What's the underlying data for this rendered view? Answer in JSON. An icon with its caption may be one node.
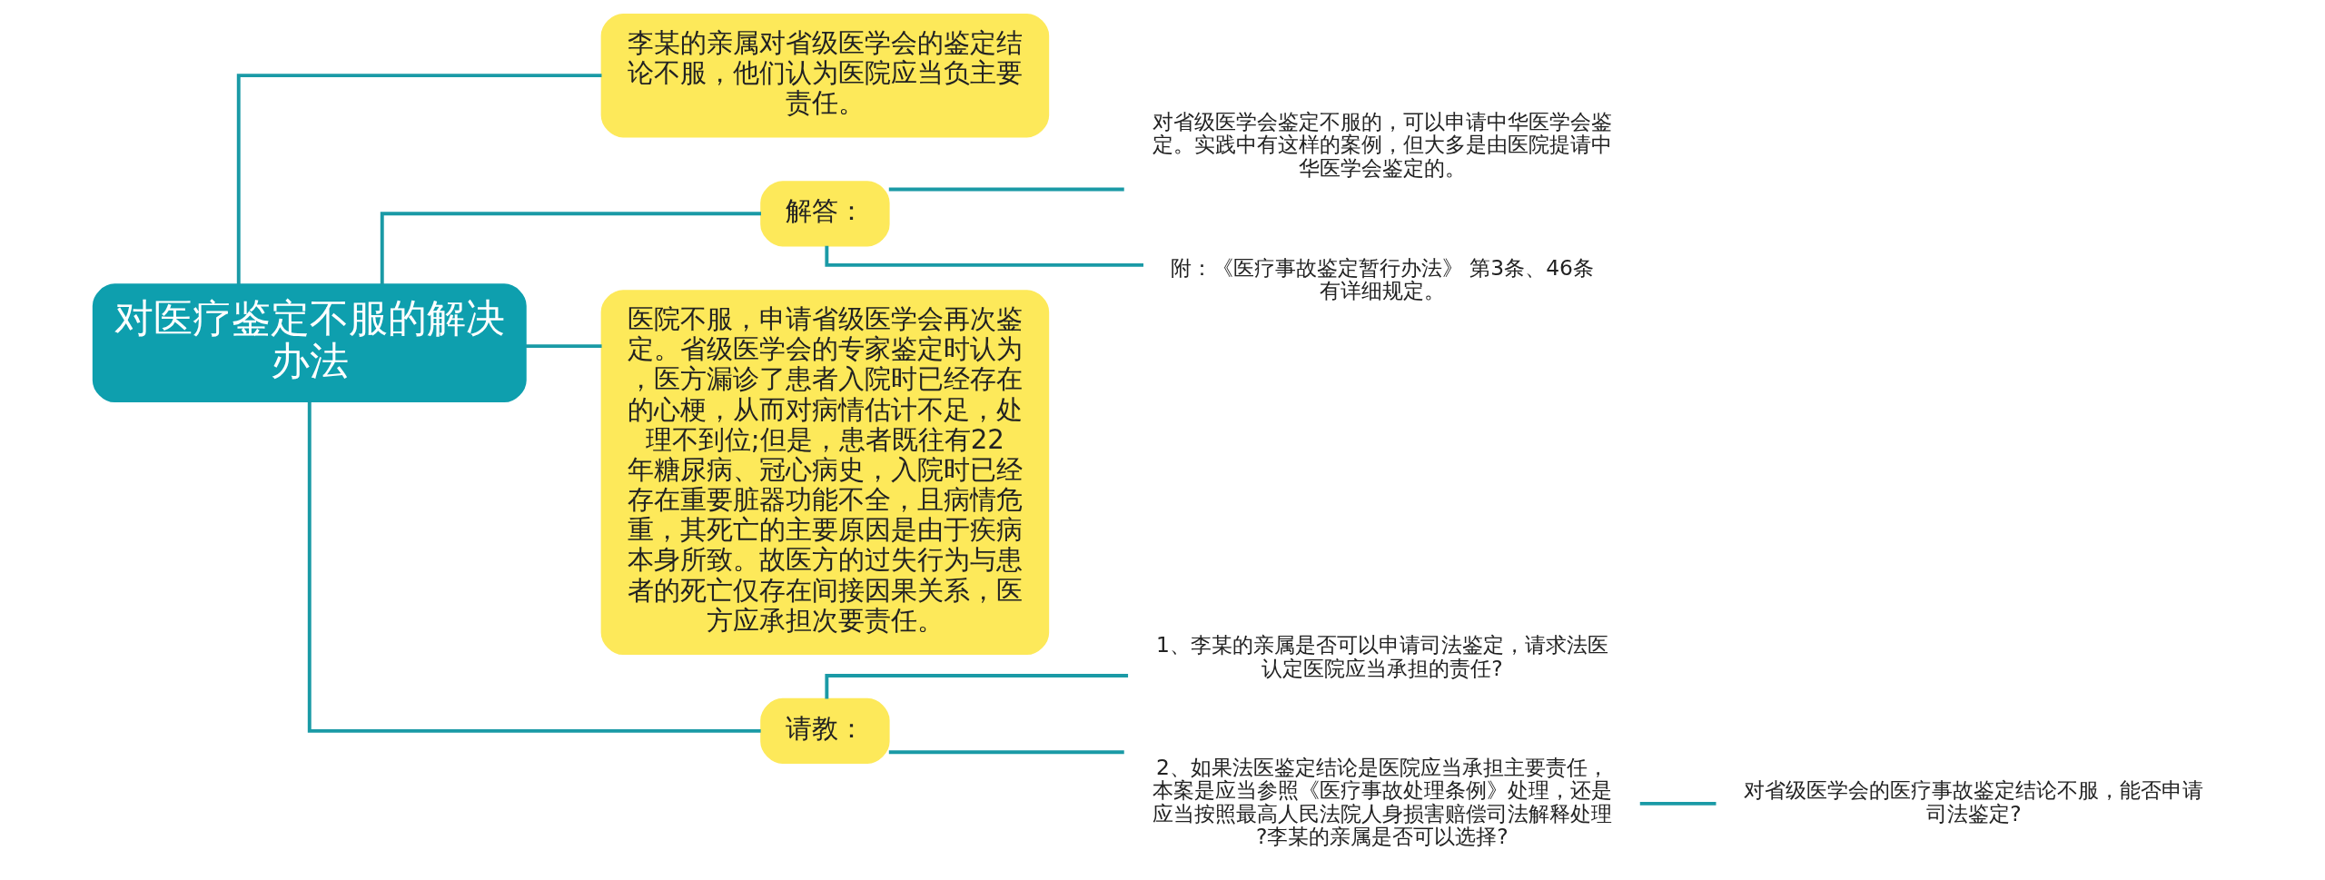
{
  "diagram": {
    "nodes": [
      {
        "text": [
          "对医疗鉴定不服的解决办法"
        ]
      },
      {
        "text": [
          "李某的亲属对省级医学会的鉴定结论不服，他们认为医院应当负主要责任。"
        ]
      },
      {
        "text": [
          "解答："
        ]
      },
      {
        "text": [
          "对省级医学会鉴定不服的，可以申请中华医学会鉴定。实践中有这样的案例，但大多是由医院提请中华医学会鉴定的。"
        ]
      },
      {
        "text": [
          "附：《医疗事故鉴定暂行办法》 第3条、46条有详细规定。"
        ]
      },
      {
        "text": [
          "医院不服，申请省级医学会再次鉴定。省级医学会的专家鉴定时认为，医方漏诊了患者入院时已经存在的心梗，从而对病情估计不足，处理不到位;但是，患者既往有22年糖尿病、冠心病史，入院时已经存在重要脏器功能不全，且病情危重，其死亡的主要原因是由于疾病本身所致。故医方的过失行为与患者的死亡仅存在间接因果关系，医方应承担次要责任。"
        ]
      },
      {
        "text": [
          "请教："
        ]
      },
      {
        "text": [
          "1、李某的亲属是否可以申请司法鉴定，请求法医认定医院应当承担的责任?"
        ]
      },
      {
        "text": [
          "2、如果法医鉴定结论是医院应当承担主要责任，本案是应当参照《医疗事故处理条例》处理，还是应当按照最高人民法院人身损害赔偿司法解释处理?李某的亲属是否可以选择?"
        ]
      },
      {
        "text": [
          "对省级医学会的医疗事故鉴定结论不服，能否申请司法鉴定?"
        ]
      }
    ],
    "edges": [
      {
        "from": 0,
        "to": 1,
        "arrow": "none"
      },
      {
        "from": 0,
        "to": 2,
        "arrow": "none"
      },
      {
        "from": 2,
        "to": 3,
        "arrow": "none"
      },
      {
        "from": 2,
        "to": 4,
        "arrow": "none"
      },
      {
        "from": 0,
        "to": 5,
        "arrow": "none"
      },
      {
        "from": 0,
        "to": 6,
        "arrow": "none"
      },
      {
        "from": 6,
        "to": 7,
        "arrow": "none"
      },
      {
        "from": 6,
        "to": 8,
        "arrow": "none"
      },
      {
        "from": 8,
        "to": 9,
        "arrow": "none"
      }
    ]
  }
}
